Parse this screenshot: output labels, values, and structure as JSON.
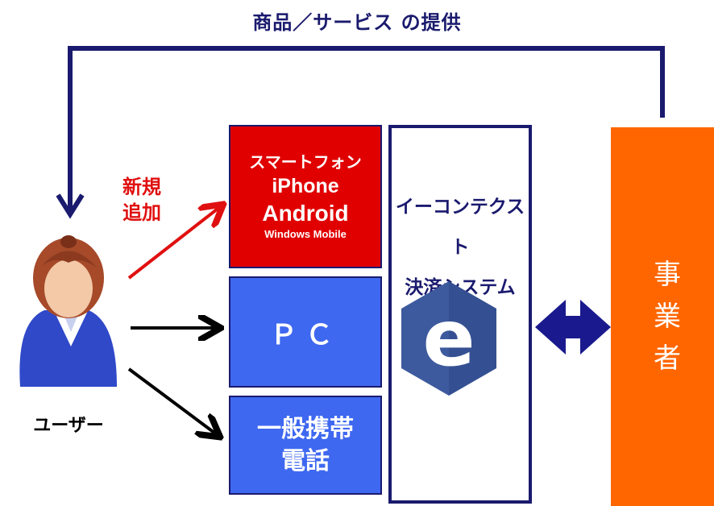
{
  "title": "商品／サービス の提供",
  "user": {
    "label": "ユーザー"
  },
  "new_badge": {
    "line1": "新規",
    "line2": "追加"
  },
  "channels": {
    "smartphone": {
      "line1": "スマートフォン",
      "line2": "iPhone",
      "line3": "Android",
      "line4": "Windows Mobile"
    },
    "pc": {
      "label": "ＰＣ"
    },
    "mobile": {
      "line1": "一般携帯",
      "line2": "電話"
    }
  },
  "system": {
    "line1": "イーコンテクスト",
    "line2": "決済システム",
    "logo_letter": "e"
  },
  "business": {
    "chars": [
      "事",
      "業",
      "者"
    ]
  },
  "colors": {
    "navy": "#1a1a6e",
    "red": "#e00000",
    "blue": "#3f68f0",
    "orange": "#ff6600",
    "logo_blue": "#3d5a9e"
  },
  "icons": [
    "user-avatar-icon",
    "e-logo-icon",
    "double-arrow-icon"
  ]
}
